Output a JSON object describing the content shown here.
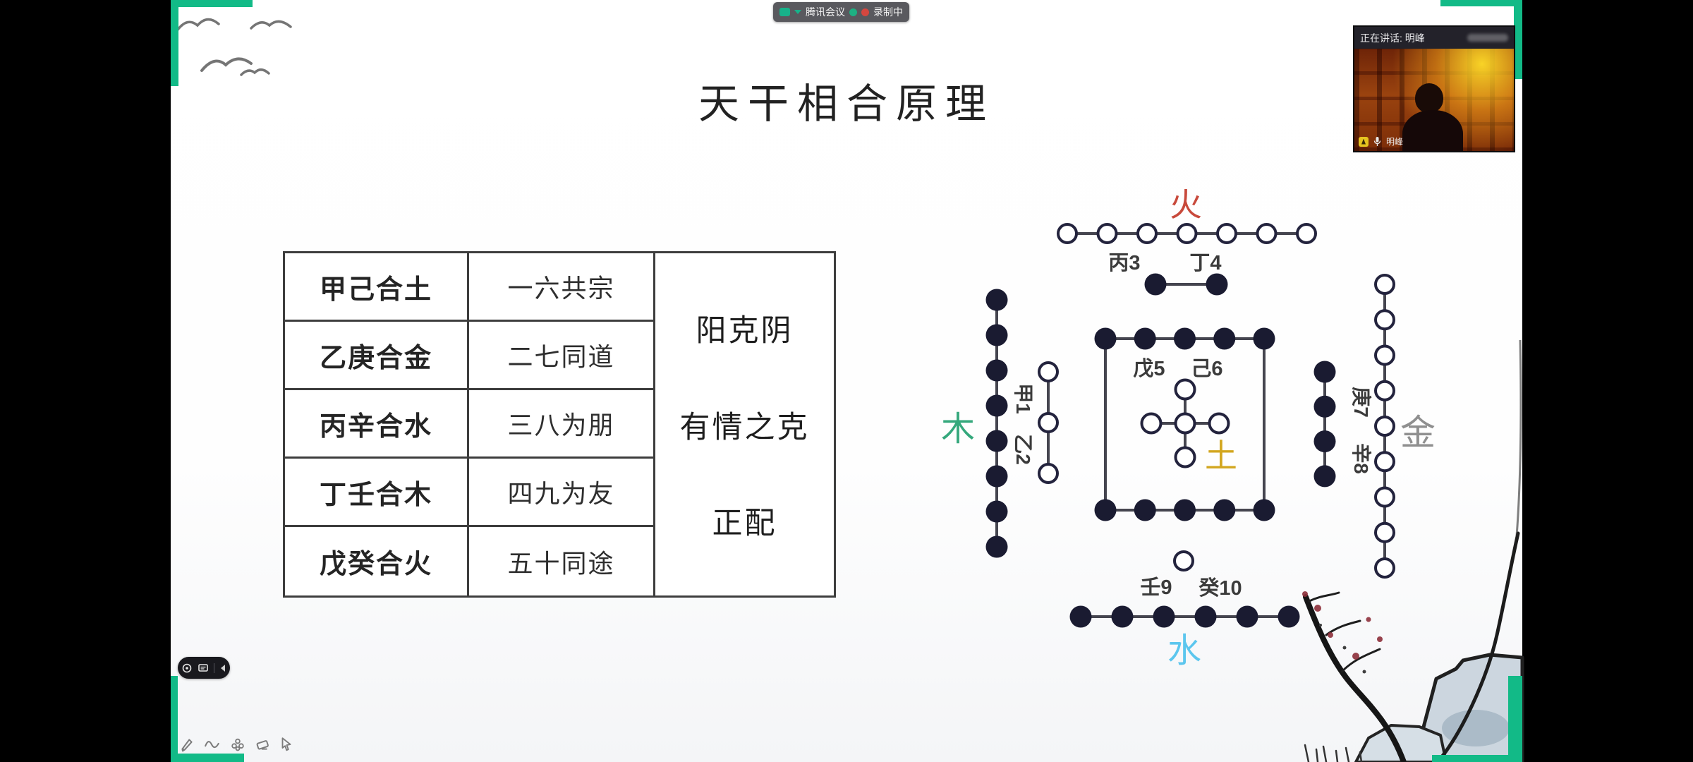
{
  "meeting_toolbar": {
    "app_name": "腾讯会议",
    "recording_status": "录制中"
  },
  "video_panel": {
    "speaking_label": "正在讲话: 明峰",
    "participant_name": "明峰"
  },
  "slide": {
    "title": "天干相合原理",
    "table": {
      "rows": [
        {
          "combo": "甲己合土",
          "meaning": "一六共宗"
        },
        {
          "combo": "乙庚合金",
          "meaning": "二七同道"
        },
        {
          "combo": "丙辛合水",
          "meaning": "三八为朋"
        },
        {
          "combo": "丁壬合木",
          "meaning": "四九为友"
        },
        {
          "combo": "戊癸合火",
          "meaning": "五十同途"
        }
      ],
      "note_lines": [
        "阳克阴",
        "有情之克",
        "正配"
      ]
    },
    "hetu_diagram": {
      "fire": {
        "element": "火",
        "color": "#c8493b",
        "stem_labels": [
          "丙3",
          "丁4"
        ],
        "open_dots": 7,
        "filled_dots": 2
      },
      "wood": {
        "element": "木",
        "color": "#35a87c",
        "stem_labels": [
          "甲1",
          "乙2"
        ],
        "open_dots": 3,
        "filled_dots": 8
      },
      "metal": {
        "element": "金",
        "color": "#8f8f8f",
        "stem_labels": [
          "庚7",
          "辛8"
        ],
        "open_dots": 9,
        "filled_dots": 4
      },
      "water": {
        "element": "水",
        "color": "#5cc6ee",
        "stem_labels": [
          "壬9",
          "癸10"
        ],
        "open_dots": 1,
        "filled_dots": 6
      },
      "earth": {
        "element": "土",
        "color": "#d2a61e",
        "stem_labels": [
          "戊5",
          "己6"
        ],
        "open_dots": 5,
        "filled_dots": 10
      }
    }
  },
  "annotation_toolbar": {
    "icons": [
      "laser-pen",
      "comment",
      "collapse-left"
    ]
  },
  "drawing_toolbar": {
    "icons": [
      "pen",
      "curve",
      "stamp",
      "eraser",
      "cursor"
    ]
  },
  "colors": {
    "accent_teal": "#12ba87",
    "dot_fill": "#1a1b31",
    "line": "#45454f"
  }
}
